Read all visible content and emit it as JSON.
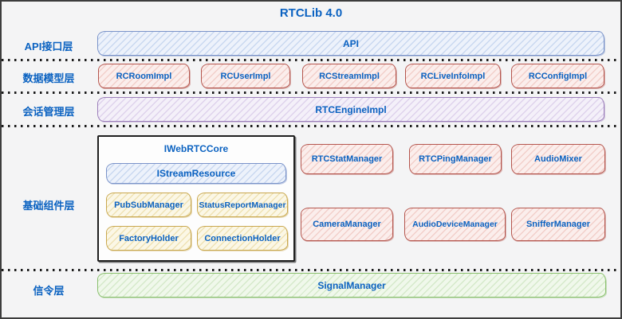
{
  "title": "RTCLib 4.0",
  "layers": {
    "api": {
      "label": "API接口层",
      "box": "API"
    },
    "model": {
      "label": "数据模型层",
      "boxes": [
        "RCRoomImpl",
        "RCUserImpl",
        "RCStreamImpl",
        "RCLiveInfoImpl",
        "RCConfigImpl"
      ]
    },
    "session": {
      "label": "会话管理层",
      "box": "RTCEngineImpl"
    },
    "components": {
      "label": "基础组件层",
      "core": {
        "title": "IWebRTCCore",
        "interface_box": "IStreamResource",
        "children": [
          "PubSubManager",
          "StatusReportManager",
          "FactoryHolder",
          "ConnectionHolder"
        ]
      },
      "managers_top": [
        "RTCStatManager",
        "RTCPingManager",
        "AudioMixer"
      ],
      "managers_bottom": [
        "CameraManager",
        "AudioDeviceManager",
        "SnifferManager"
      ]
    },
    "signal": {
      "label": "信令层",
      "box": "SignalManager"
    }
  },
  "colors": {
    "text_blue": "#0b62c1",
    "background": "#f4f4f5",
    "outer_border": "#3d3d3d",
    "blue_border": "#7a93c9",
    "red_border": "#b5564e",
    "purple_border": "#9d80bb",
    "yellow_border": "#c9a84f",
    "green_border": "#8ac06e"
  }
}
